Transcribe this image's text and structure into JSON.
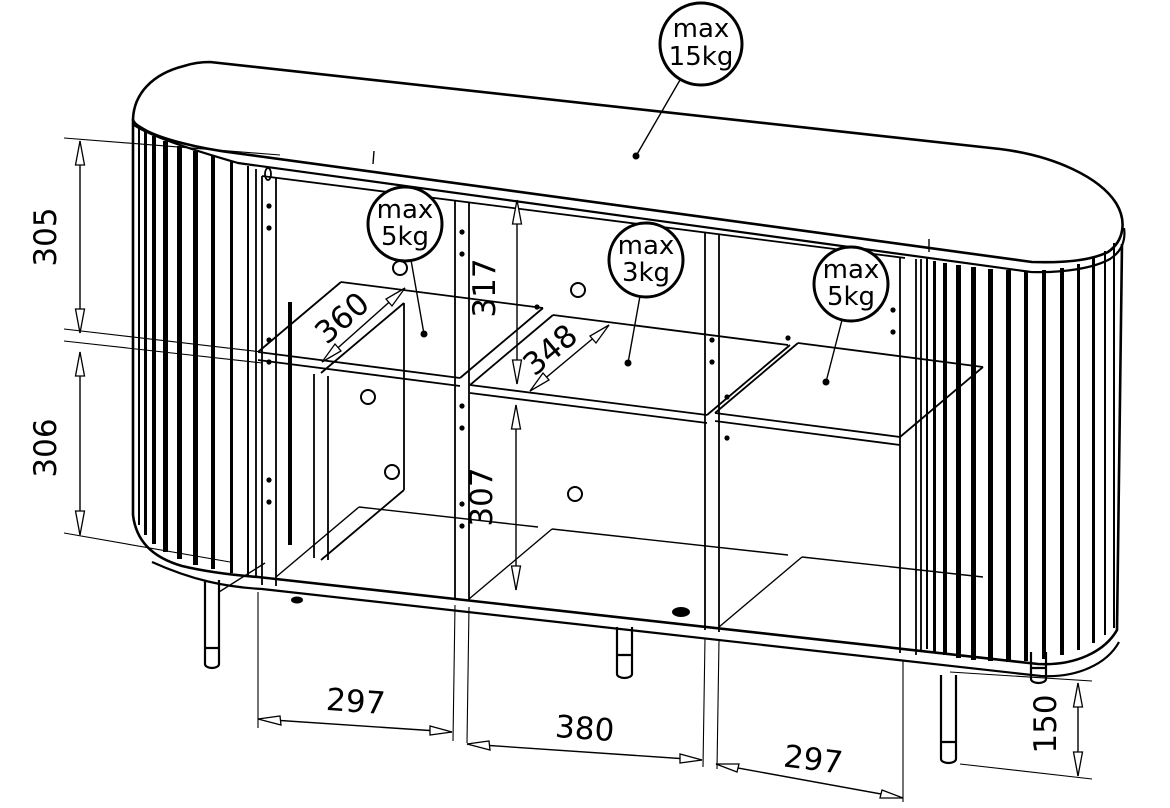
{
  "drawing": {
    "type": "furniture-dimension-diagram",
    "badges": {
      "top": {
        "line1": "max",
        "line2": "15kg"
      },
      "left": {
        "line1": "max",
        "line2": "5kg"
      },
      "middle": {
        "line1": "max",
        "line2": "3kg"
      },
      "right": {
        "line1": "max",
        "line2": "5kg"
      }
    },
    "dimensions": {
      "left_top": "305",
      "left_bottom": "306",
      "mid_top": "317",
      "mid_bottom": "307",
      "shelf_left_depth": "360",
      "shelf_mid_depth": "348",
      "width_left": "297",
      "width_mid": "380",
      "width_right": "297",
      "leg_height": "150"
    },
    "colors": {
      "line": "#000000",
      "background": "#ffffff"
    }
  }
}
